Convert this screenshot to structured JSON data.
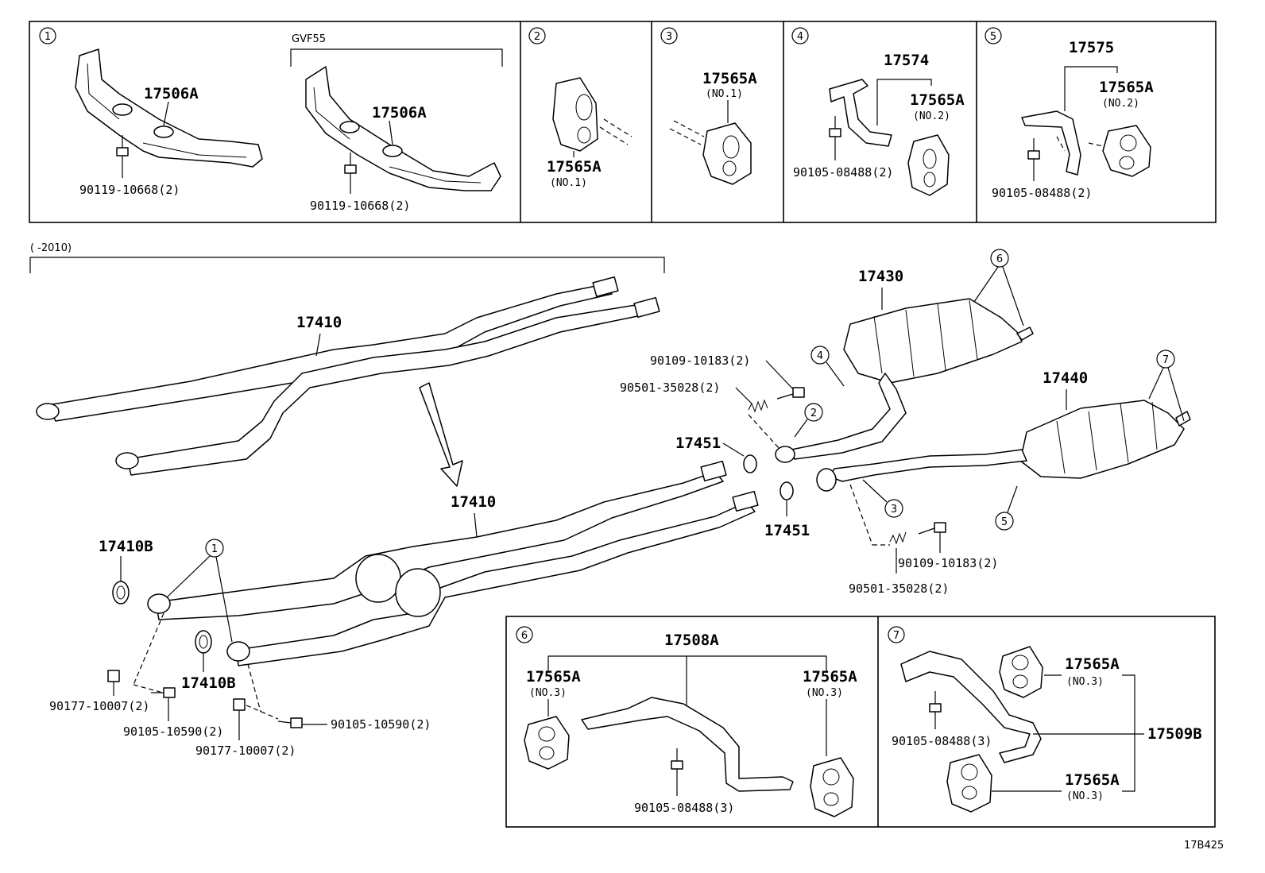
{
  "panels": {
    "p1": {
      "num": "1",
      "left_part": "17506A",
      "left_bolt": "90119-10668(2)",
      "right_caption": "GVF55",
      "right_part": "17506A",
      "right_bolt": "90119-10668(2)"
    },
    "p2": {
      "num": "2",
      "part": "17565A",
      "note": "(NO.1)"
    },
    "p3": {
      "num": "3",
      "part": "17565A",
      "note": "(NO.1)"
    },
    "p4": {
      "num": "4",
      "bracket": "17574",
      "part": "17565A",
      "note": "(NO.2)",
      "bolt": "90105-08488(2)"
    },
    "p5": {
      "num": "5",
      "bracket": "17575",
      "part": "17565A",
      "note": "(NO.2)",
      "bolt": "90105-08488(2)"
    },
    "p6": {
      "num": "6",
      "bracket": "17508A",
      "left_part": "17565A",
      "left_note": "(NO.3)",
      "right_part": "17565A",
      "right_note": "(NO.3)",
      "bolt": "90105-08488(3)"
    },
    "p7": {
      "num": "7",
      "bracket": "17509B",
      "top_part": "17565A",
      "top_note": "(NO.3)",
      "bottom_part": "17565A",
      "bottom_note": "(NO.3)",
      "bolt": "90105-08488(3)"
    }
  },
  "main": {
    "year_range": "(        -2010)",
    "pipe_old": "17410",
    "pipe_new": "17410",
    "gasket_a": "17410B",
    "gasket_b": "17410B",
    "nut_a": "90177-10007(2)",
    "nut_b": "90177-10007(2)",
    "bolt_a": "90105-10590(2)",
    "bolt_b": "90105-10590(2)",
    "ring_a": "17451",
    "ring_b": "17451",
    "muffler_right": "17430",
    "muffler_left": "17440",
    "bolt_top": "90109-10183(2)",
    "spring_top": "90501-35028(2)",
    "bolt_mid": "90109-10183(2)",
    "spring_mid": "90501-35028(2)",
    "callouts": [
      "1",
      "2",
      "3",
      "4",
      "5",
      "6",
      "7"
    ]
  },
  "figure_code": "17B425"
}
